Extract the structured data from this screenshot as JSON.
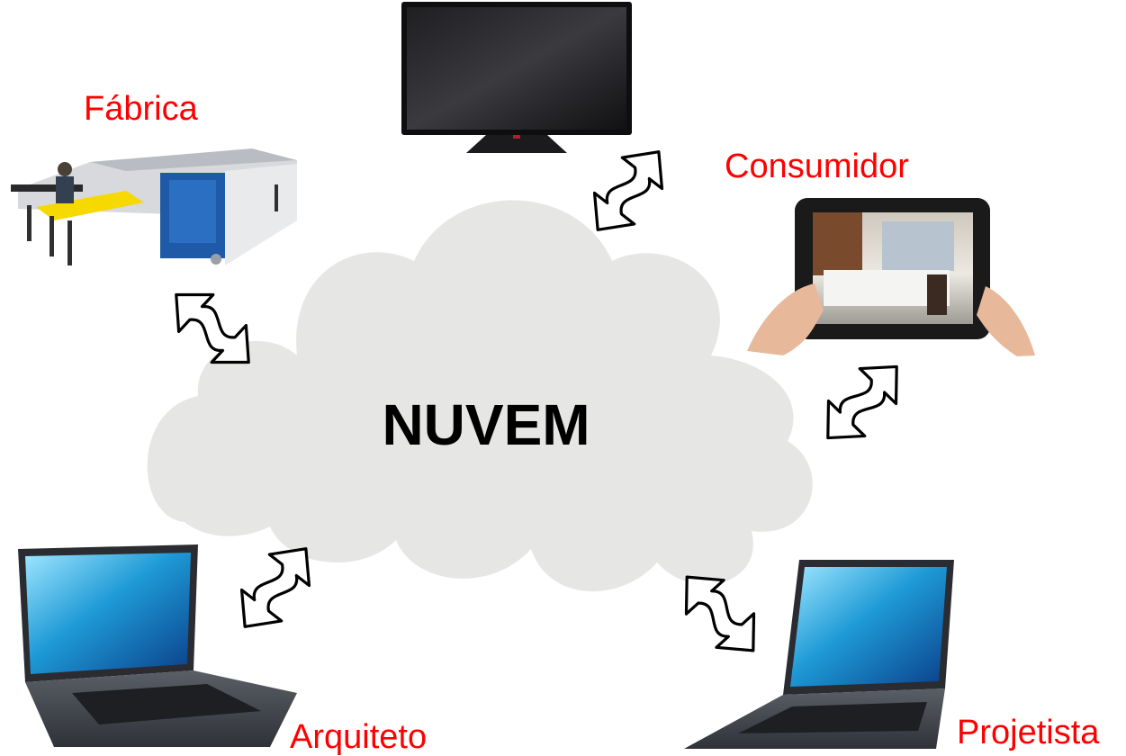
{
  "diagram": {
    "center": {
      "label": "NUVEM",
      "icon": "cloud-icon",
      "color": "#e6e6e4"
    },
    "label_color": "#ff0000",
    "nodes": [
      {
        "id": "fabrica",
        "label": "Fábrica",
        "icon": "panel-saw-machine-icon"
      },
      {
        "id": "tv",
        "label": "",
        "icon": "television-icon"
      },
      {
        "id": "consumidor",
        "label": "Consumidor",
        "icon": "tablet-icon"
      },
      {
        "id": "arquiteto",
        "label": "Arquiteto",
        "icon": "laptop-icon"
      },
      {
        "id": "projetista",
        "label": "Projetista",
        "icon": "laptop-icon"
      }
    ],
    "connector": "double-headed-arrow-icon"
  }
}
